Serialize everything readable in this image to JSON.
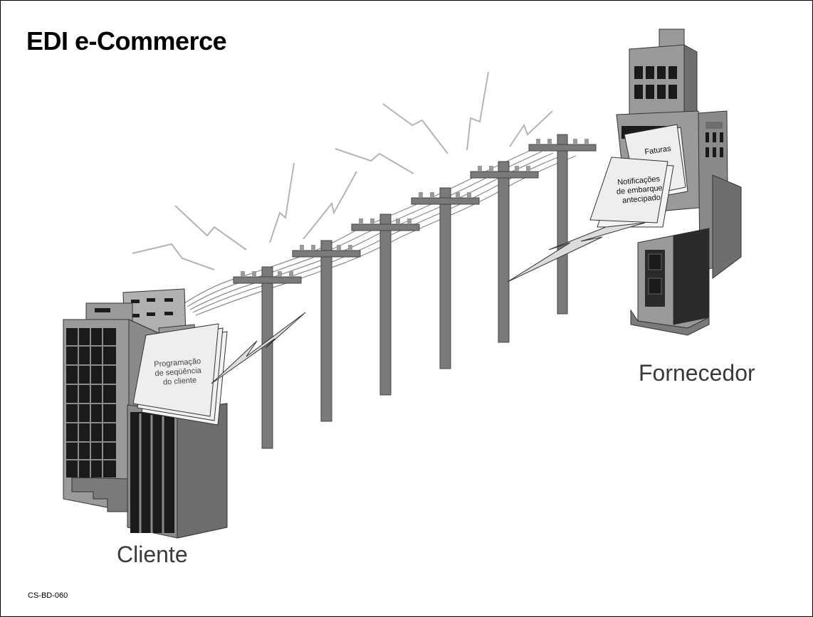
{
  "slide": {
    "title": "EDI e-Commerce",
    "footer_code": "CS-BD-060"
  },
  "labels": {
    "customer": "Cliente",
    "supplier": "Fornecedor"
  },
  "documents": {
    "customer_doc": [
      "Programação",
      "de seqüência",
      "do cliente"
    ],
    "supplier_doc_invoice": "Faturas",
    "supplier_doc_asn": [
      "Notificações",
      "de embarque",
      "antecipado"
    ]
  },
  "icons": [
    "office-building-icon",
    "utility-pole-icon",
    "lightning-bolt-icon",
    "document-stack-icon"
  ],
  "colors": {
    "building_front": "#9a9a9a",
    "building_side": "#6e6e6e",
    "building_dark": "#2a2a2a",
    "pole": "#7a7a7a",
    "zigzag": "#b4b4b4",
    "paper": "#eeeeee"
  }
}
